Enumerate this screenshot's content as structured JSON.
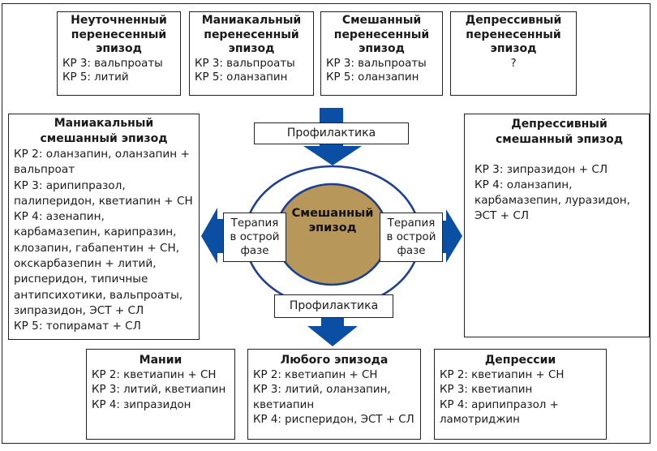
{
  "colors": {
    "arrow_blue": "#0a4fa3",
    "ellipse_stroke": "#1f3f8f",
    "core_fill": "#b8975b",
    "border": "#222222"
  },
  "top_boxes": [
    {
      "title": [
        "Неуточненный",
        "перенесенный",
        "эпизод"
      ],
      "lines": [
        "КР 3: вальпроаты",
        "КР 5: литий"
      ]
    },
    {
      "title": [
        "Маниакальный",
        "перенесенный",
        "эпизод"
      ],
      "lines": [
        "КР 3: вальпроаты",
        "КР 5: оланзапин"
      ]
    },
    {
      "title": [
        "Смешанный",
        "перенесенный",
        "эпизод"
      ],
      "lines": [
        "КР 3: вальпроаты",
        "КР 5: оланзапин"
      ]
    },
    {
      "title": [
        "Депрессивный",
        "перенесенный",
        "эпизод"
      ],
      "lines": [
        "?"
      ]
    }
  ],
  "left_box": {
    "title": [
      "Маниакальный",
      "смешанный эпизод"
    ],
    "lines": [
      "КР 2: оланзапин, оланзапин +",
      "вальпроат",
      "КР 3: арипипразол,",
      "палиперидон, кветиапин + СН",
      "КР 4: азенапин,",
      "карбамазепин, карипразин,",
      "клозапин, габапентин + СН,",
      "окскарбазепин + литий,",
      "рисперидон, типичные",
      "антипсихотики, вальпроаты,",
      "зипразидон, ЭСТ + СЛ",
      "КР 5: топирамат + СЛ"
    ]
  },
  "right_box": {
    "title": [
      "Депрессивный",
      "смешанный эпизод"
    ],
    "lines": [
      "КР 3: зипразидон + СЛ",
      "КР 4: оланзапин,",
      "карбамазепин, луразидон,",
      "ЭСТ + СЛ"
    ]
  },
  "center": {
    "title": [
      "Смешанный",
      "эпизод"
    ],
    "prophylaxis_top": "Профилактика",
    "prophylaxis_bottom": "Профилактика",
    "therapy_left": [
      "Терапия",
      "в острой",
      "фазе"
    ],
    "therapy_right": [
      "Терапия",
      "в острой",
      "фазе"
    ]
  },
  "bottom_boxes": [
    {
      "title": [
        "Мании"
      ],
      "lines": [
        "КР 2: кветиапин + СН",
        "КР 3: литий, кветиапин",
        "КР 4: зипразидон"
      ]
    },
    {
      "title": [
        "Любого эпизода"
      ],
      "lines": [
        "КР 2: кветиапин + СН",
        "КР 3: литий, оланзапин,",
        "кветиапин",
        "КР 4: рисперидон, ЭСТ + СЛ"
      ]
    },
    {
      "title": [
        "Депрессии"
      ],
      "lines": [
        "КР 2: кветиапин + СН",
        "КР 3: кветиапин",
        "КР 4: арипипразол +",
        "ламотриджин"
      ]
    }
  ]
}
